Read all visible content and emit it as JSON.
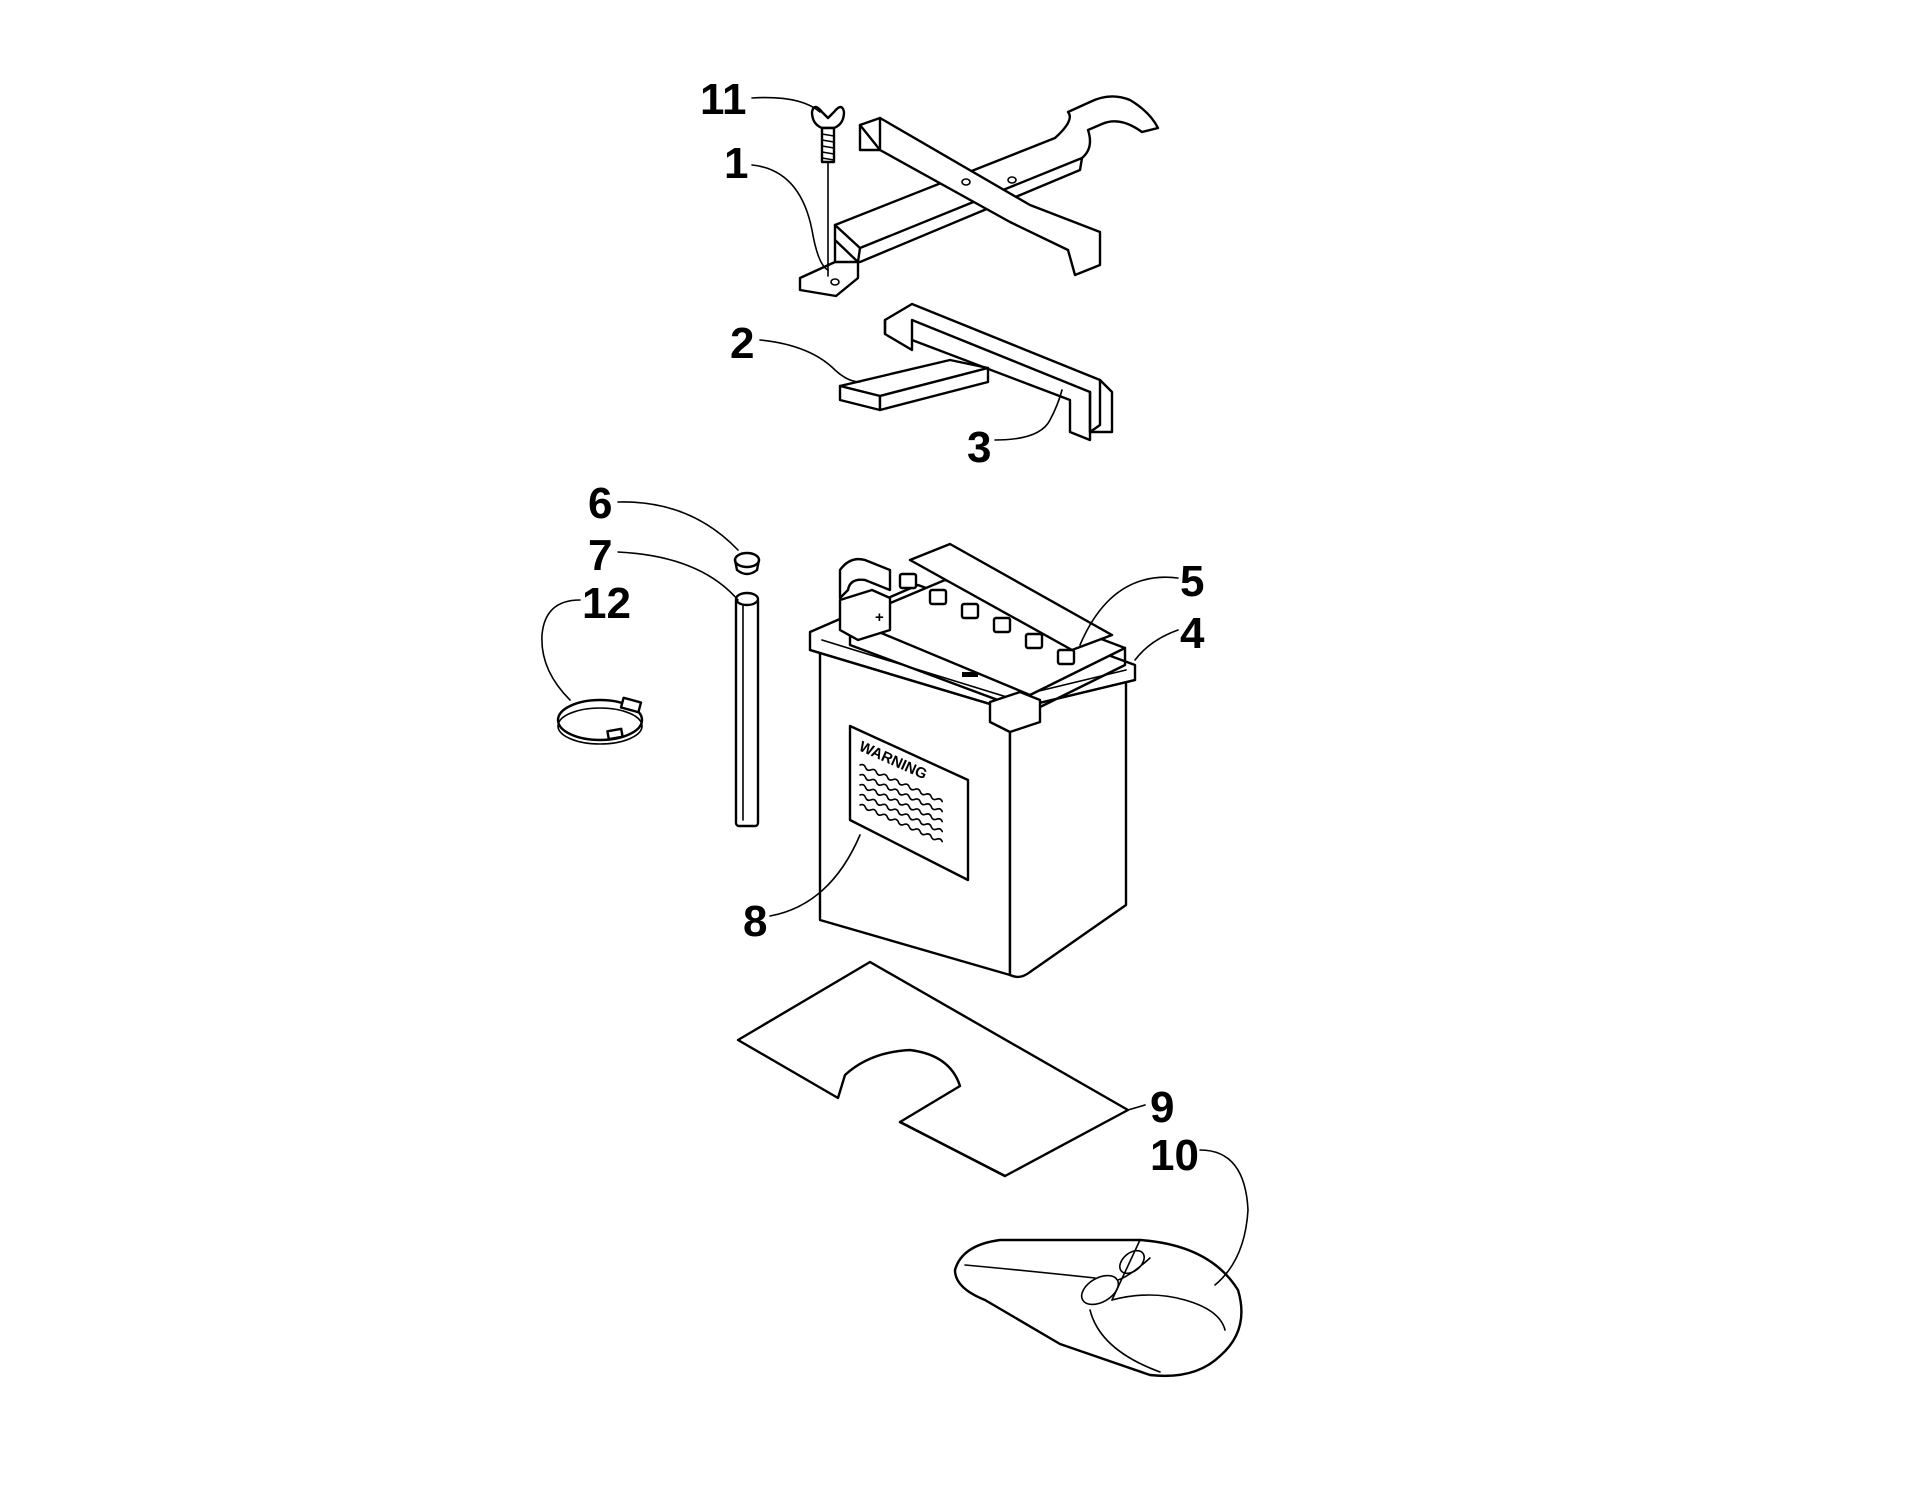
{
  "diagram": {
    "callouts": [
      {
        "id": "callout-1",
        "label": "1"
      },
      {
        "id": "callout-2",
        "label": "2"
      },
      {
        "id": "callout-3",
        "label": "3"
      },
      {
        "id": "callout-4",
        "label": "4"
      },
      {
        "id": "callout-5",
        "label": "5"
      },
      {
        "id": "callout-6",
        "label": "6"
      },
      {
        "id": "callout-7",
        "label": "7"
      },
      {
        "id": "callout-8",
        "label": "8"
      },
      {
        "id": "callout-9",
        "label": "9"
      },
      {
        "id": "callout-10",
        "label": "10"
      },
      {
        "id": "callout-11",
        "label": "11"
      },
      {
        "id": "callout-12",
        "label": "12"
      }
    ],
    "warning_label": "WARNING",
    "terminal_mark": "+"
  }
}
